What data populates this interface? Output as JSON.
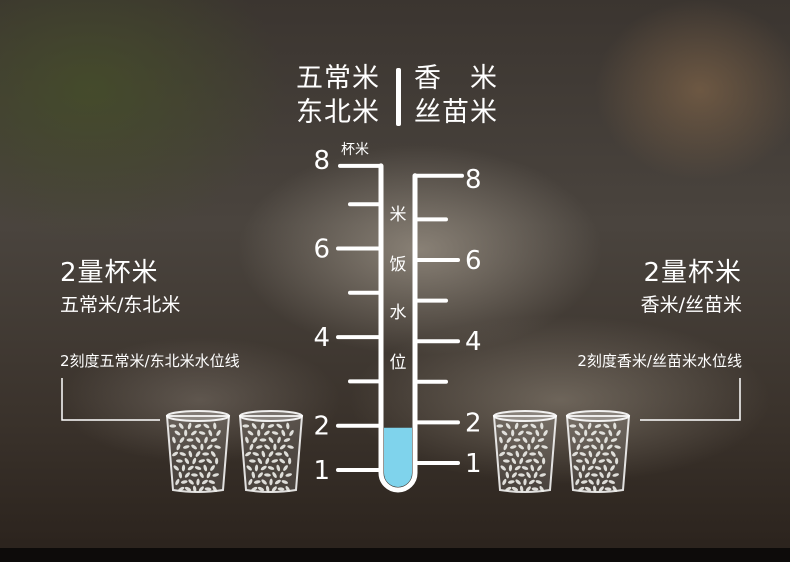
{
  "title": {
    "left_lines": [
      "五常米",
      "东北米"
    ],
    "right_lines": [
      "香　米",
      "丝苗米"
    ]
  },
  "gauge": {
    "left_scale_unit": "杯米",
    "vertical_label": [
      "米",
      "饭",
      "水",
      "位"
    ],
    "left_ticks": [
      {
        "value": 1,
        "label": "1"
      },
      {
        "value": 2,
        "label": "2"
      },
      {
        "value": 3,
        "label": ""
      },
      {
        "value": 4,
        "label": "4"
      },
      {
        "value": 5,
        "label": ""
      },
      {
        "value": 6,
        "label": "6"
      },
      {
        "value": 7,
        "label": ""
      },
      {
        "value": 8,
        "label": "8"
      }
    ],
    "right_ticks": [
      {
        "value": 1,
        "label": "1"
      },
      {
        "value": 2,
        "label": "2"
      },
      {
        "value": 3,
        "label": ""
      },
      {
        "value": 4,
        "label": "4"
      },
      {
        "value": 5,
        "label": ""
      },
      {
        "value": 6,
        "label": "6"
      },
      {
        "value": 7,
        "label": ""
      },
      {
        "value": 8,
        "label": "8"
      }
    ],
    "water_level": 2,
    "colors": {
      "water": "#7fd3ec",
      "lines": "#ffffff"
    }
  },
  "left_panel": {
    "heading": "2量杯米",
    "subheading": "五常米/东北米",
    "note": "2刻度五常米/东北米水位线",
    "cups": 2
  },
  "right_panel": {
    "heading": "2量杯米",
    "subheading": "香米/丝苗米",
    "note": "2刻度香米/丝苗米水位线",
    "cups": 2
  }
}
